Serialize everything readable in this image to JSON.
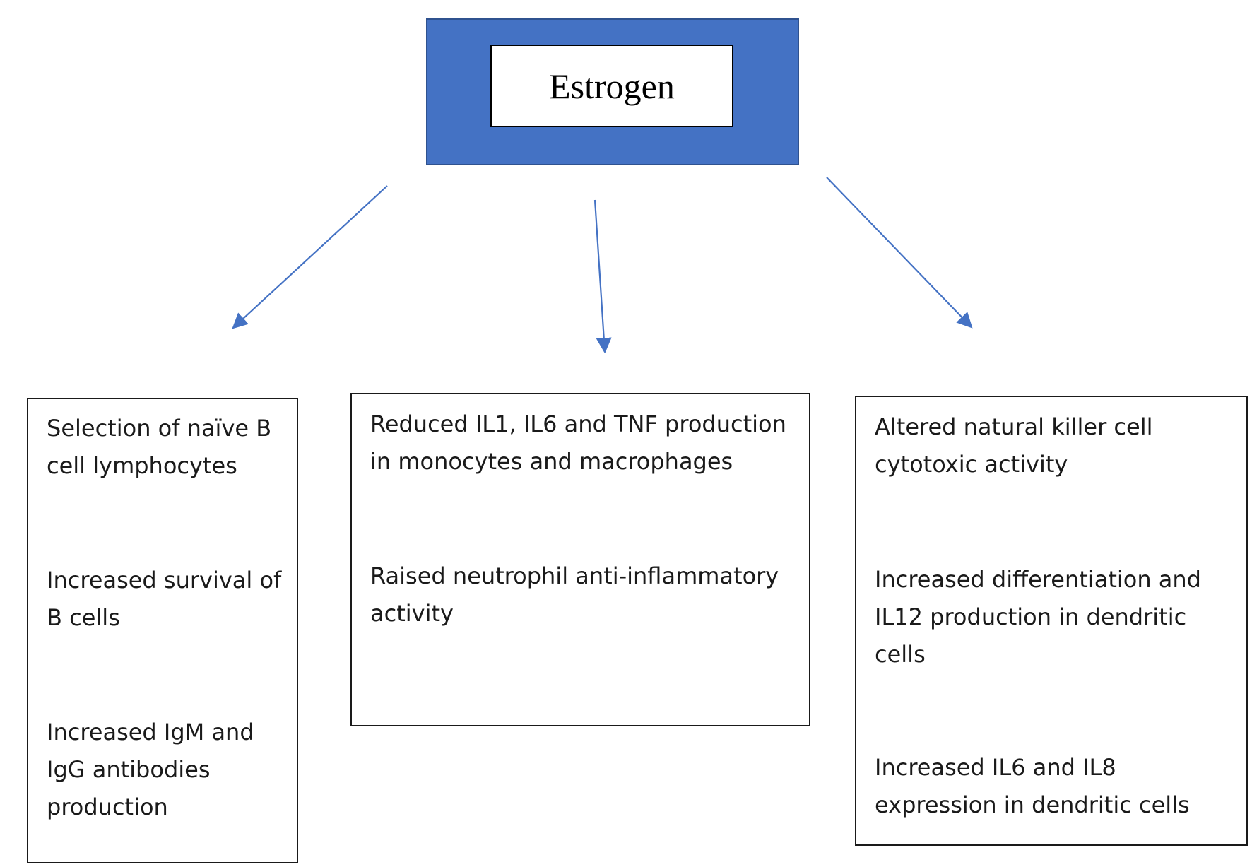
{
  "hub": {
    "label": "Estrogen",
    "fill_color": "#4472c4"
  },
  "arrow_color": "#4472c4",
  "effects": {
    "left": [
      "Selection of naïve B cell lymphocytes",
      "Increased survival of B cells",
      "Increased IgM and IgG antibodies production"
    ],
    "middle": [
      "Reduced IL1, IL6 and TNF production in monocytes and macrophages",
      "Raised neutrophil anti-inflammatory activity"
    ],
    "right": [
      "Altered natural killer cell cytotoxic activity",
      "Increased differentiation and IL12 production in dendritic cells",
      "Increased IL6 and IL8 expression in dendritic cells"
    ]
  }
}
